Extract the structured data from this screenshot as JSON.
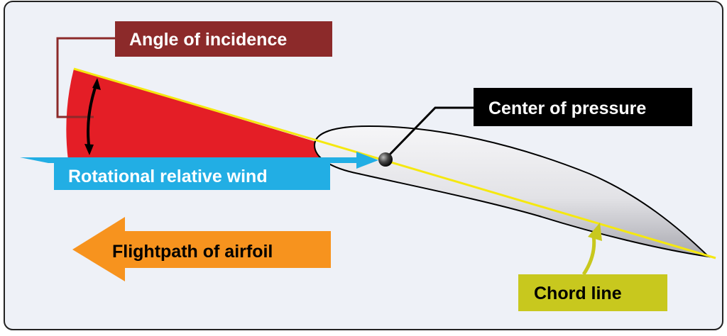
{
  "labels": {
    "angle_of_incidence": "Angle of incidence",
    "center_of_pressure": "Center of pressure",
    "rotational_relative_wind": "Rotational relative wind",
    "flightpath_of_airfoil": "Flightpath of airfoil",
    "chord_line": "Chord line"
  },
  "colors": {
    "background": "#eef1f7",
    "border": "#222222",
    "angle_wedge": "#e41e26",
    "angle_label_bg": "#8c2a2a",
    "chord_line": "#f5e80f",
    "chord_label_bg": "#c8c81e",
    "relative_wind": "#22aee4",
    "flightpath_arrow": "#f7931e",
    "center_of_pressure_label_bg": "#000000",
    "airfoil_fill": "#e4e4e8"
  },
  "icons": {
    "center_of_pressure_marker": "filled-circle",
    "angle_arrow": "double-headed-arrow",
    "flightpath_arrow": "left-arrow"
  }
}
